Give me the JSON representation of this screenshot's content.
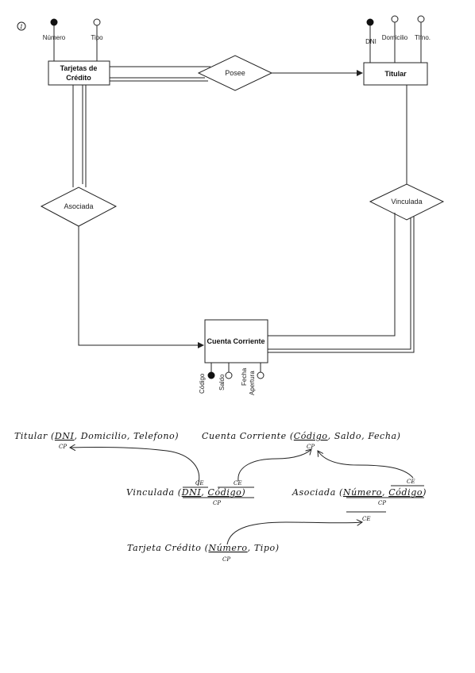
{
  "page_number": "1",
  "entities": {
    "tarjetas": {
      "line1": "Tarjetas de",
      "line2": "Crédito"
    },
    "titular": {
      "name": "Titular"
    },
    "cuenta": {
      "name": "Cuenta Corriente"
    }
  },
  "relationships": {
    "posee": "Posee",
    "asociada": "Asociada",
    "vinculada": "Vinculada"
  },
  "attributes": {
    "tarjetas": [
      {
        "label": "Número",
        "key": true
      },
      {
        "label": "Tipo",
        "key": false
      }
    ],
    "titular": [
      {
        "label": "DNI",
        "key": true
      },
      {
        "label": "Domicilio",
        "key": false
      },
      {
        "label": "Tlfno.",
        "key": false
      }
    ],
    "cuenta": [
      {
        "label": "Código",
        "key": true
      },
      {
        "label": "Saldo",
        "key": false
      },
      {
        "label_line1": "Fecha",
        "label_line2": "Apertura",
        "key": false
      }
    ]
  },
  "relational_model": {
    "titular": {
      "name": "Titular",
      "pk": "DNI",
      "rest": ", Domicilio, Telefono",
      "pk_tag": "CP"
    },
    "cuenta": {
      "name": "Cuenta Corriente",
      "pk": "Código",
      "rest": ", Saldo, Fecha",
      "pk_tag": "CP"
    },
    "vinculada": {
      "name": "Vinculada",
      "fk1": "DNI",
      "fk2": "Código",
      "fk_tag": "CE",
      "pk_tag": "CP"
    },
    "asociada": {
      "name": "Asociada",
      "fk1": "Número",
      "fk2": "Código",
      "fk_tag": "CE",
      "pk_tag": "CP"
    },
    "tarjeta": {
      "name": "Tarjeta Crédito",
      "pk": "Número",
      "rest": ", Tipo",
      "pk_tag": "CP"
    }
  }
}
